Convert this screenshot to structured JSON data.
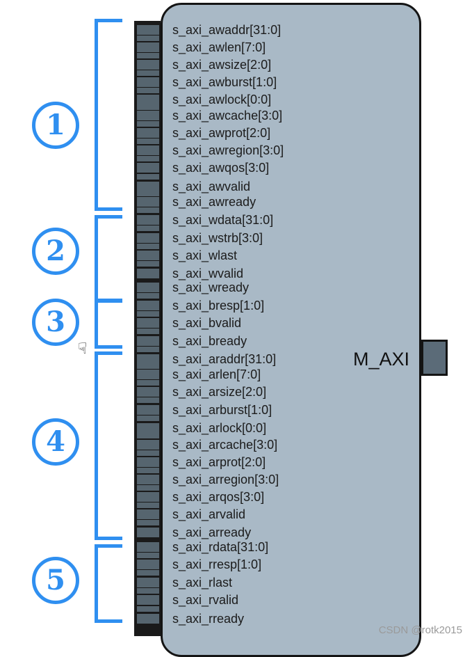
{
  "block": {
    "master_port_label": "M_AXI"
  },
  "groups": [
    {
      "number": "1",
      "ports": [
        "s_axi_awaddr[31:0]",
        "s_axi_awlen[7:0]",
        "s_axi_awsize[2:0]",
        "s_axi_awburst[1:0]",
        "s_axi_awlock[0:0]",
        "s_axi_awcache[3:0]",
        "s_axi_awprot[2:0]",
        "s_axi_awregion[3:0]",
        "s_axi_awqos[3:0]",
        "s_axi_awvalid",
        "s_axi_awready"
      ]
    },
    {
      "number": "2",
      "ports": [
        "s_axi_wdata[31:0]",
        "s_axi_wstrb[3:0]",
        "s_axi_wlast",
        "s_axi_wvalid",
        "s_axi_wready"
      ]
    },
    {
      "number": "3",
      "ports": [
        "s_axi_bresp[1:0]",
        "s_axi_bvalid",
        "s_axi_bready"
      ]
    },
    {
      "number": "4",
      "ports": [
        "s_axi_araddr[31:0]",
        "s_axi_arlen[7:0]",
        "s_axi_arsize[2:0]",
        "s_axi_arburst[1:0]",
        "s_axi_arlock[0:0]",
        "s_axi_arcache[3:0]",
        "s_axi_arprot[2:0]",
        "s_axi_arregion[3:0]",
        "s_axi_arqos[3:0]",
        "s_axi_arvalid",
        "s_axi_arready"
      ]
    },
    {
      "number": "5",
      "ports": [
        "s_axi_rdata[31:0]",
        "s_axi_rresp[1:0]",
        "s_axi_rlast",
        "s_axi_rvalid",
        "s_axi_rready"
      ]
    }
  ],
  "watermark": "CSDN @rotk2015",
  "icons": {
    "cursor": "hand-cursor-icon"
  },
  "colors": {
    "accent": "#2f8ff0",
    "block_fill": "#a9b9c6",
    "pin_fill": "#56656f"
  }
}
